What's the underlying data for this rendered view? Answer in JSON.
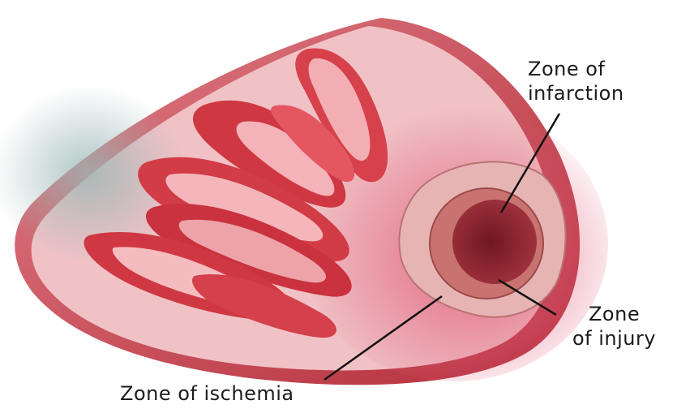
{
  "diagram": {
    "labels": {
      "infarction": [
        "Zone of",
        "infarction"
      ],
      "injury": [
        "Zone",
        "of injury"
      ],
      "ischemia": "Zone of ischemia"
    },
    "colors": {
      "wall": "#eab9bf",
      "outer_rim": "#c93a45",
      "chamber": "#d94752",
      "infarction": "#8e2431",
      "injury": "#c46b68",
      "ischemia": "#e6aeb0",
      "blush": "#e05a78",
      "shadow": "#9ab7b5"
    },
    "icons": [
      "heart-wall-cross-section"
    ]
  }
}
